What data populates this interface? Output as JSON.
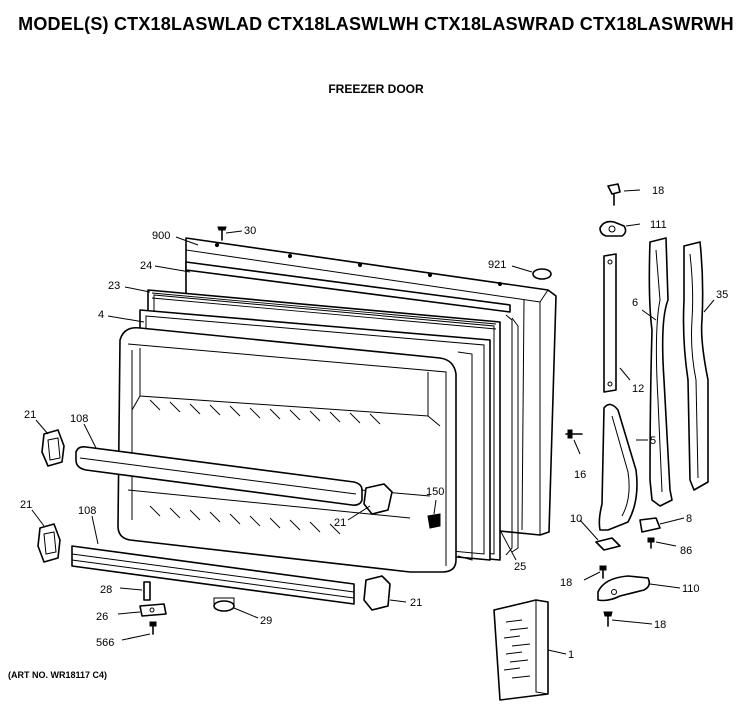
{
  "header": {
    "model_line": "MODEL(S) CTX18LASWLAD  CTX18LASWLWH  CTX18LASWRAD  CTX18LASWRWH",
    "subtitle": "FREEZER DOOR"
  },
  "footer": {
    "art_no": "(ART NO. WR18117 C4)"
  },
  "parts": [
    {
      "id": "p900",
      "label": "900"
    },
    {
      "id": "p30",
      "label": "30"
    },
    {
      "id": "p24",
      "label": "24"
    },
    {
      "id": "p23",
      "label": "23"
    },
    {
      "id": "p4",
      "label": "4"
    },
    {
      "id": "p921",
      "label": "921"
    },
    {
      "id": "p18a",
      "label": "18"
    },
    {
      "id": "p111",
      "label": "111"
    },
    {
      "id": "p6",
      "label": "6"
    },
    {
      "id": "p35",
      "label": "35"
    },
    {
      "id": "p12",
      "label": "12"
    },
    {
      "id": "p5",
      "label": "5"
    },
    {
      "id": "p16",
      "label": "16"
    },
    {
      "id": "p21a",
      "label": "21"
    },
    {
      "id": "p108a",
      "label": "108"
    },
    {
      "id": "p150",
      "label": "150"
    },
    {
      "id": "p21b",
      "label": "21"
    },
    {
      "id": "p21c",
      "label": "21"
    },
    {
      "id": "p108b",
      "label": "108"
    },
    {
      "id": "p25",
      "label": "25"
    },
    {
      "id": "p10",
      "label": "10"
    },
    {
      "id": "p8",
      "label": "8"
    },
    {
      "id": "p86",
      "label": "86"
    },
    {
      "id": "p18b",
      "label": "18"
    },
    {
      "id": "p110",
      "label": "110"
    },
    {
      "id": "p18c",
      "label": "18"
    },
    {
      "id": "p28",
      "label": "28"
    },
    {
      "id": "p26",
      "label": "26"
    },
    {
      "id": "p566",
      "label": "566"
    },
    {
      "id": "p29",
      "label": "29"
    },
    {
      "id": "p21d",
      "label": "21"
    },
    {
      "id": "p1",
      "label": "1"
    }
  ]
}
